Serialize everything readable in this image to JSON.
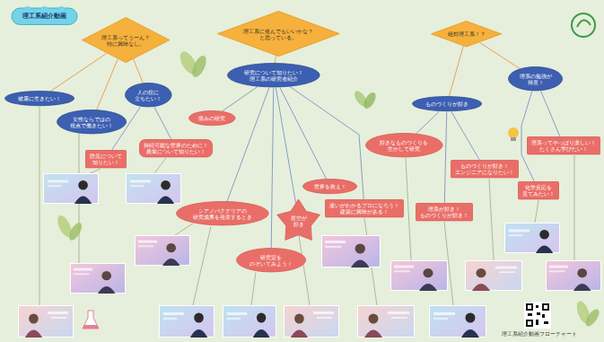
{
  "diagram": {
    "title": "理工系紹介動画",
    "nodes": [
      {
        "text": [
          "理工系ってうーん？ 特に興味なし。"
        ]
      },
      {
        "text": [
          "理工系に進んでもいいかな？ と思っている。"
        ]
      },
      {
        "text": [
          "絶対理工系！？"
        ]
      },
      {
        "text": [
          "研究について知りたい！ 理工系の研究者紹介"
        ]
      },
      {
        "text": [
          "理系の勉強が 得意！"
        ]
      },
      {
        "text": [
          "健康に生きたい！"
        ]
      },
      {
        "text": [
          "人の役に 立ちたい！"
        ]
      },
      {
        "text": [
          "ものづくりが好き"
        ]
      },
      {
        "text": [
          "女性ならではの 視点で働きたい！"
        ]
      },
      {
        "text": [
          "痛みの研究"
        ]
      },
      {
        "text": [
          "好きなものづくりを 生かして研究"
        ]
      },
      {
        "text": [
          "理系ってやっぱり楽しい！ たくさん学びたい！"
        ]
      },
      {
        "text": [
          "持続可能な世界のために！ 農業について知りたい！"
        ]
      },
      {
        "text": [
          "防災について 知りたい！"
        ]
      },
      {
        "text": [
          "ものづくりが好き！ エンジニアになりたい！"
        ]
      },
      {
        "text": [
          "化学反応を 見てみたい！"
        ]
      },
      {
        "text": [
          "世界を救え！"
        ]
      },
      {
        "text": [
          "違いがわかるプロになろう！ 建築に興味がある！"
        ]
      },
      {
        "text": [
          "理系が好き！ ものづくりが好き！"
        ]
      },
      {
        "text": [
          "シアノバクテリアの 研究成果を発表するとき"
        ]
      },
      {
        "text": [
          "星空が 好き"
        ]
      },
      {
        "text": [
          "研究室を のぞいてみよう！"
        ]
      }
    ],
    "edges": [
      {
        "from": 0,
        "to": 5,
        "arrow": "none"
      },
      {
        "from": 0,
        "to": 8,
        "arrow": "none"
      },
      {
        "from": 0,
        "to": 6,
        "arrow": "none"
      },
      {
        "from": 1,
        "to": 3,
        "arrow": "none"
      },
      {
        "from": 2,
        "to": 7,
        "arrow": "none"
      },
      {
        "from": 2,
        "to": 4,
        "arrow": "none"
      },
      {
        "from": 6,
        "to": 13,
        "arrow": "none"
      },
      {
        "from": 6,
        "to": 12,
        "arrow": "none"
      },
      {
        "from": 3,
        "to": 9,
        "arrow": "none"
      },
      {
        "from": 3,
        "to": 19,
        "arrow": "none"
      },
      {
        "from": 3,
        "to": 21,
        "arrow": "none"
      },
      {
        "from": 3,
        "to": 20,
        "arrow": "none"
      },
      {
        "from": 3,
        "to": 16,
        "arrow": "none"
      },
      {
        "from": 3,
        "to": 17,
        "arrow": "none"
      },
      {
        "from": 7,
        "to": 10,
        "arrow": "none"
      },
      {
        "from": 7,
        "to": 14,
        "arrow": "none"
      },
      {
        "from": 7,
        "to": 18,
        "arrow": "none"
      },
      {
        "from": 4,
        "to": 11,
        "arrow": "none"
      },
      {
        "from": 4,
        "to": 15,
        "arrow": "none"
      }
    ],
    "labels": [
      "理工系紹介動画フローチャート"
    ]
  }
}
